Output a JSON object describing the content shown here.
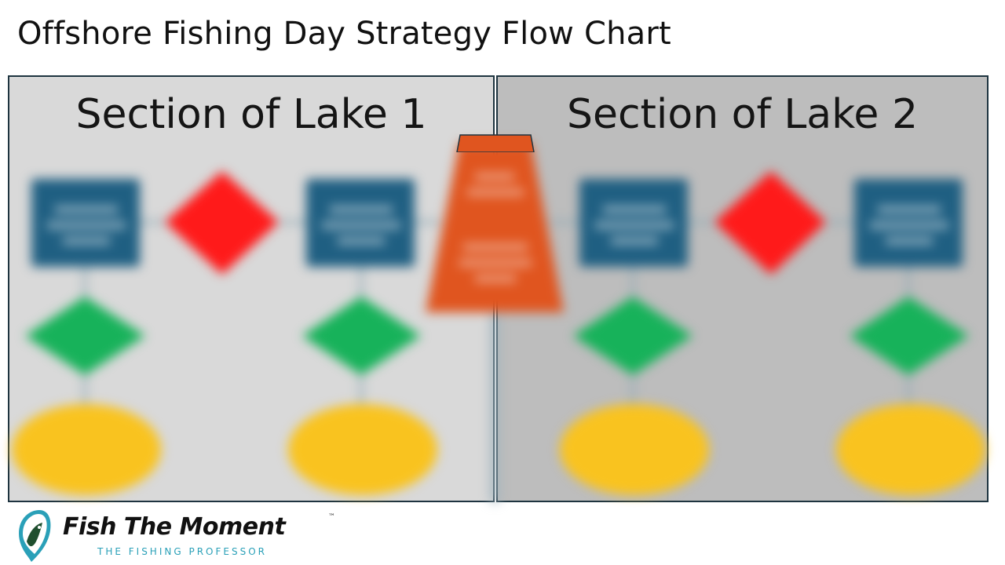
{
  "title": "Offshore Fishing Day Strategy Flow Chart",
  "sections": [
    {
      "label": "Section of Lake 1"
    },
    {
      "label": "Section of Lake 2"
    }
  ],
  "brand": {
    "name": "Fish The Moment",
    "trademark": "™",
    "tagline": "THE FISHING PROFESSOR"
  },
  "colors": {
    "left_panel": "#d9d9d9",
    "right_panel": "#bdbdbd",
    "blue_box": "#1f5f82",
    "red_diamond": "#ff1a1a",
    "green_diamond": "#17b25a",
    "yellow_oval": "#f9c31f",
    "orange_trapezoid": "#e0551f",
    "connector": "#8fa9b5",
    "tagline": "#2aa0b8"
  }
}
